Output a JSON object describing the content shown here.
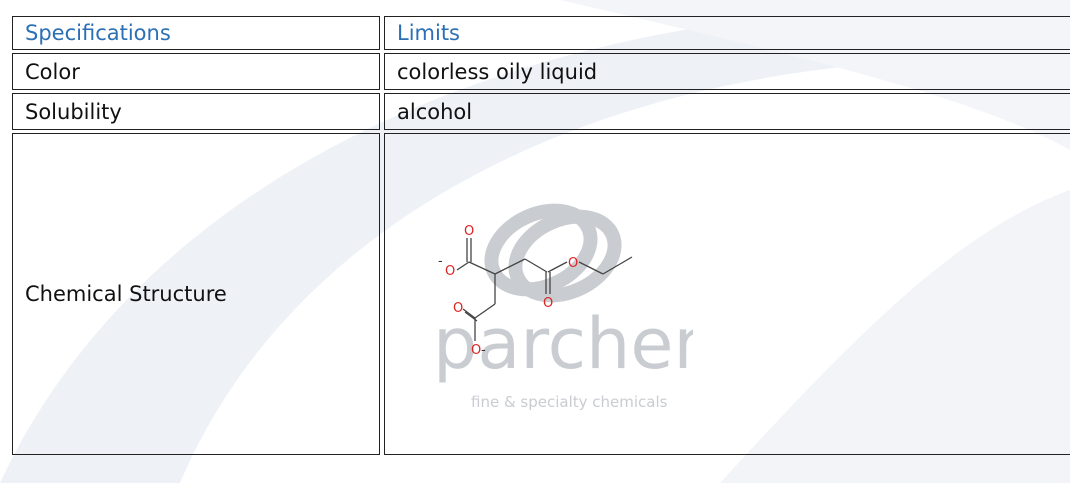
{
  "table": {
    "header": {
      "specifications": "Specifications",
      "limits": "Limits"
    },
    "rows": [
      {
        "label": "Color",
        "value": "colorless oily liquid"
      },
      {
        "label": "Solubility",
        "value": "alcohol"
      }
    ],
    "structure_row": {
      "label": "Chemical Structure"
    }
  },
  "molecule": {
    "atoms": [
      "O",
      "O",
      "O",
      "O",
      "O",
      "O"
    ],
    "charges": [
      "-",
      "-"
    ]
  },
  "watermark": {
    "brand": "parchem",
    "tagline": "fine & specialty chemicals"
  },
  "colors": {
    "header_text": "#2b6fb5",
    "oxygen": "#dd2222",
    "watermark": "#c9ccd0"
  }
}
